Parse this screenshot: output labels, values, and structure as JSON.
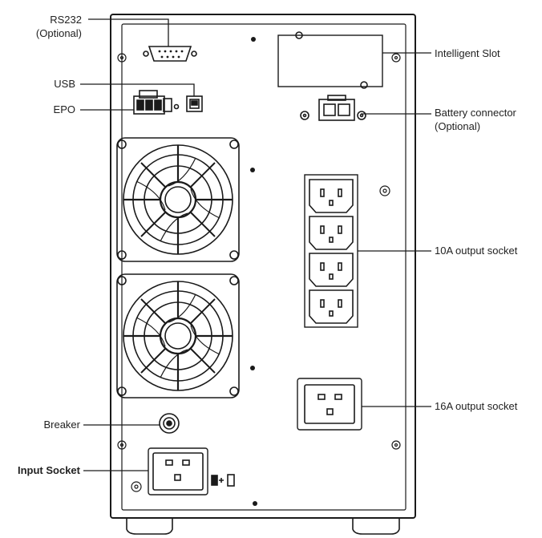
{
  "labels": {
    "rs232": "RS232",
    "rs232_optional": "(Optional)",
    "usb": "USB",
    "epo": "EPO",
    "intelligent_slot": "Intelligent Slot",
    "battery_connector": "Battery connector",
    "battery_optional": "(Optional)",
    "output_10a": "10A output socket",
    "output_16a": "16A output socket",
    "breaker": "Breaker",
    "input_socket": "Input Socket"
  },
  "colors": {
    "line": "#1a1a1a",
    "panel_fill": "#ffffff",
    "text": "#222222"
  }
}
